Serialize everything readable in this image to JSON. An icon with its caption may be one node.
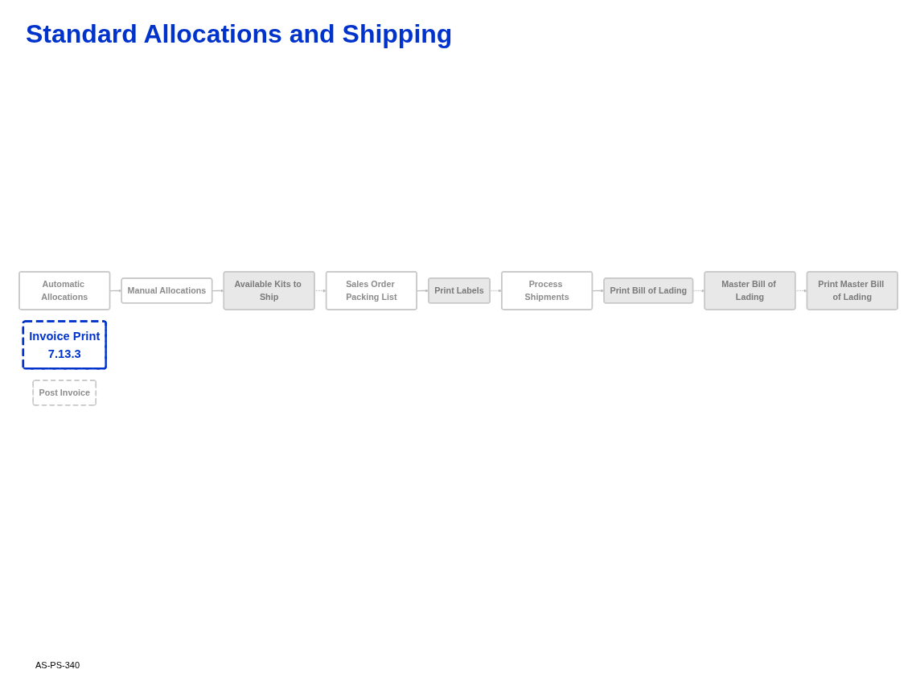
{
  "diagram": {
    "title": "Standard Allocations and Shipping",
    "nodes": [
      {
        "text": [
          "Automatic Allocations"
        ]
      },
      {
        "text": [
          "Manual Allocations"
        ]
      },
      {
        "text": [
          "Available Kits to Ship"
        ]
      },
      {
        "text": [
          "Sales Order Packing List"
        ]
      },
      {
        "text": [
          "Print Labels"
        ]
      },
      {
        "text": [
          "Process Shipments"
        ]
      },
      {
        "text": [
          "Print Bill of Lading"
        ]
      },
      {
        "text": [
          "Master Bill of Lading"
        ]
      },
      {
        "text": [
          "Print Master Bill of Lading"
        ]
      },
      {
        "text": [
          "Invoice Print",
          "7.13.3"
        ]
      },
      {
        "text": [
          "Post Invoice"
        ]
      }
    ],
    "edges": [
      {
        "from": 0,
        "to": 1,
        "arrow": "to"
      },
      {
        "from": 1,
        "to": 2,
        "arrow": "to"
      },
      {
        "from": 2,
        "to": 3,
        "arrow": "to",
        "style": "dashed"
      },
      {
        "from": 3,
        "to": 4,
        "arrow": "to"
      },
      {
        "from": 4,
        "to": 5,
        "arrow": "to",
        "style": "dashed"
      },
      {
        "from": 5,
        "to": 6,
        "arrow": "to"
      },
      {
        "from": 6,
        "to": 7,
        "arrow": "to",
        "style": "dashed"
      },
      {
        "from": 7,
        "to": 8,
        "arrow": "to",
        "style": "dashed"
      }
    ],
    "labels": [
      "AS-PS-340"
    ]
  }
}
